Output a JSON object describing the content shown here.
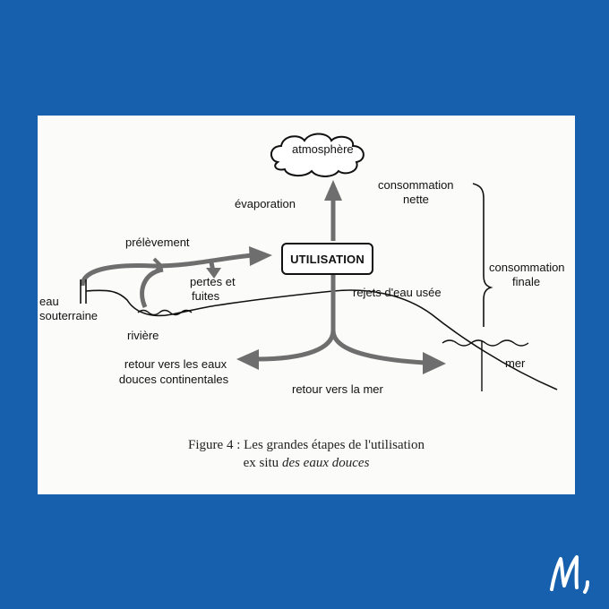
{
  "diagram": {
    "nodes": {
      "atmosphere": "atmosphère",
      "utilisation": "UTILISATION"
    },
    "labels": {
      "evaporation": "évaporation",
      "prelevement": "prélèvement",
      "pertes_line1": "pertes et",
      "pertes_line2": "fuites",
      "eau_line1": "eau",
      "eau_line2": "souterraine",
      "riviere": "rivière",
      "rejets": "rejets d'eau usée",
      "retour_continent_line1": "retour vers les eaux",
      "retour_continent_line2": "douces continentales",
      "retour_mer": "retour vers la mer",
      "mer": "mer",
      "conso_nette_line1": "consommation",
      "conso_nette_line2": "nette",
      "conso_finale_line1": "consommation",
      "conso_finale_line2": "finale"
    },
    "caption": {
      "line1": "Figure 4 : Les grandes étapes de l'utilisation",
      "line2_upright": "ex situ",
      "line2_italic": " des eaux douces"
    }
  },
  "colors": {
    "background": "#1660ae",
    "card": "#fbfbfa",
    "arrow": "#6e6e6e",
    "ink": "#111111"
  },
  "logo": {
    "icon": "script-m-logo",
    "color": "#ffffff"
  }
}
